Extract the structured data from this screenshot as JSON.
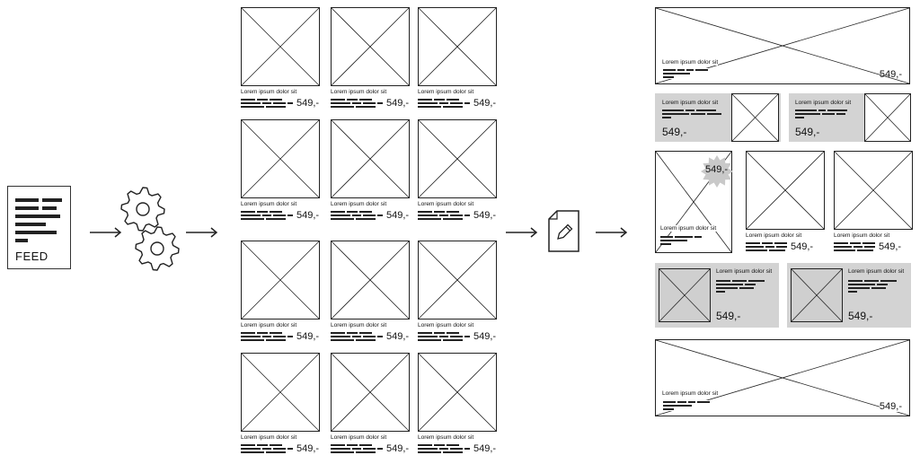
{
  "feed": {
    "label": "FEED",
    "icon": "document-lines-icon"
  },
  "process": {
    "icon": "gears-icon"
  },
  "editor": {
    "icon": "edit-document-icon"
  },
  "product": {
    "caption": "Lorem ipsum dolor sit",
    "price": "549,-"
  },
  "grid": {
    "columns": 3,
    "rows": 4
  },
  "layout": {
    "banner_top": {
      "caption": "Lorem ipsum dolor sit",
      "price": "549,-"
    },
    "promo_left": {
      "caption": "Lorem ipsum dolor sit",
      "price": "549,-"
    },
    "promo_right": {
      "caption": "Lorem ipsum dolor sit",
      "price": "549,-"
    },
    "badge_card": {
      "caption": "Lorem ipsum dolor sit",
      "badge": "549,-"
    },
    "card_mid": {
      "caption": "Lorem ipsum dolor sit",
      "price": "549,-"
    },
    "card_right": {
      "caption": "Lorem ipsum dolor sit",
      "price": "549,-"
    },
    "gray_left": {
      "caption": "Lorem ipsum dolor sit",
      "price": "549,-"
    },
    "gray_right": {
      "caption": "Lorem ipsum dolor sit",
      "price": "549,-"
    },
    "banner_bottom": {
      "caption": "Lorem ipsum dolor sit",
      "price": "549,-"
    }
  }
}
